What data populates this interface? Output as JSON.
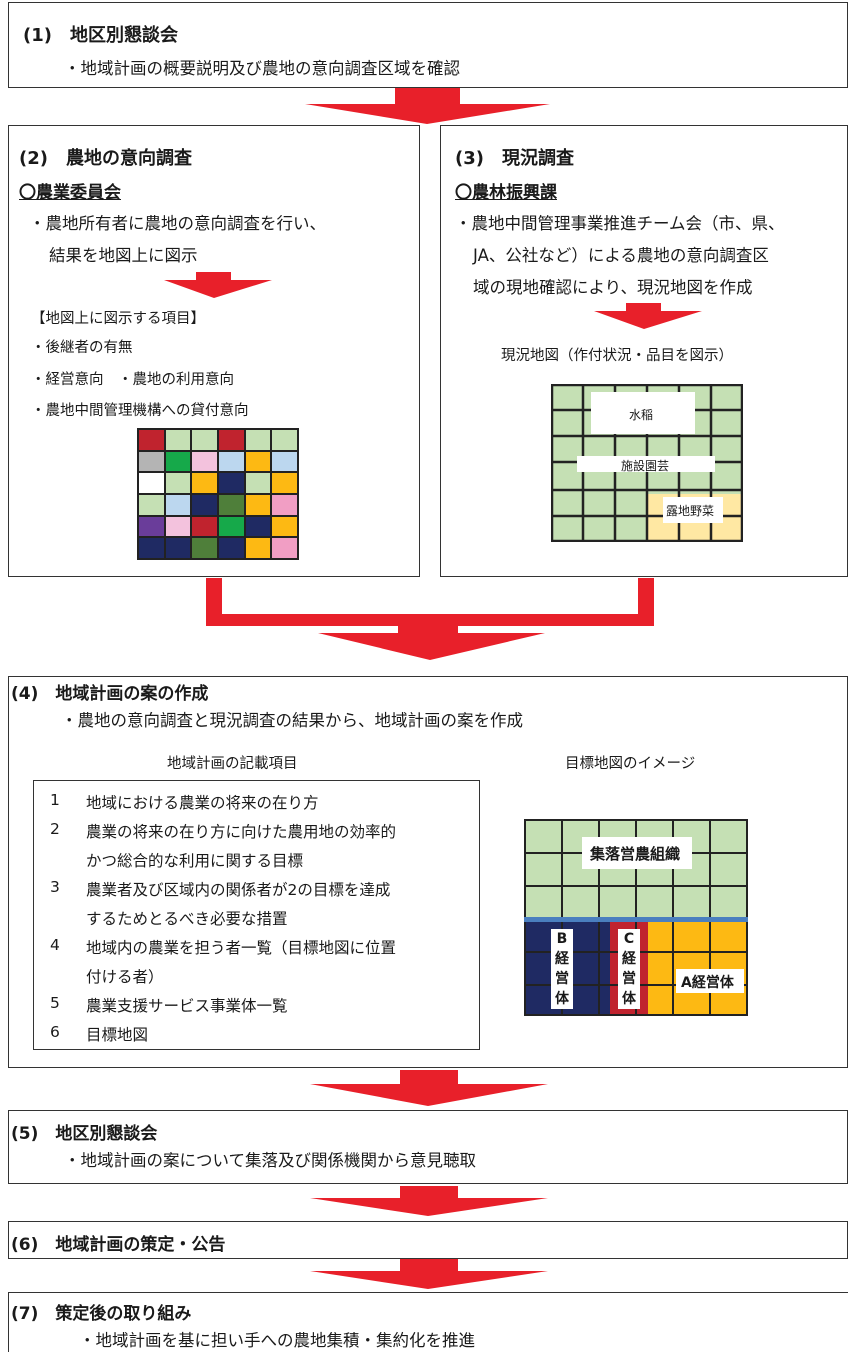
{
  "step1": {
    "title": "(1)　地区別懇談会",
    "line": "・地域計画の概要説明及び農地の意向調査区域を確認"
  },
  "step2": {
    "title": "(2)　農地の意向調査",
    "org": "〇農業委員会",
    "line1": "・農地所有者に農地の意向調査を行い、",
    "line2": "結果を地図上に図示",
    "items_header": "【地図上に図示する項目】",
    "item1": "・後継者の有無",
    "item2": "・経営意向　・農地の利用意向",
    "item3": "・農地中間管理機構への貸付意向",
    "grid_colors": [
      [
        "#c0232e",
        "#c5e0b4",
        "#c5e0b4",
        "#c0232e",
        "#c5e0b4",
        "#c5e0b4"
      ],
      [
        "#b4b4b4",
        "#16a94a",
        "#f3c2dd",
        "#bcd7ef",
        "#fdb913",
        "#bcd7ef"
      ],
      [
        "#ffffff",
        "#c5e0b4",
        "#fdb913",
        "#1f2a63",
        "#c5e0b4",
        "#fdb913"
      ],
      [
        "#c5e0b4",
        "#bcd7ef",
        "#1f2a63",
        "#4f7f3a",
        "#fdb913",
        "#f19ec4"
      ],
      [
        "#6a3d9a",
        "#f3c2dd",
        "#c0232e",
        "#16a94a",
        "#1f2a63",
        "#fdb913"
      ],
      [
        "#1f2a63",
        "#1f2a63",
        "#4f7f3a",
        "#1f2a63",
        "#fdb913",
        "#f19ec4"
      ]
    ]
  },
  "step3": {
    "title": "(3)　現況調査",
    "org": "〇農林振興課",
    "line1": "・農地中間管理事業推進チーム会（市、県、",
    "line2": "JA、公社など）による農地の意向調査区",
    "line3": "域の現地確認により、現況地図を作成",
    "map_caption": "現況地図（作付状況・品目を図示）",
    "label_rice": "水稲",
    "label_facility": "施設園芸",
    "label_field": "露地野菜"
  },
  "step4": {
    "title": "(4)　地域計画の案の作成",
    "line": "・農地の意向調査と現況調査の結果から、地域計画の案を作成",
    "list_header": "地域計画の記載項目",
    "map_header": "目標地図のイメージ",
    "items": [
      {
        "num": "1",
        "text": "地域における農業の将来の在り方"
      },
      {
        "num": "2",
        "text": "農業の将来の在り方に向けた農用地の効率的"
      },
      {
        "num": "",
        "text": "かつ総合的な利用に関する目標"
      },
      {
        "num": "3",
        "text": "農業者及び区域内の関係者が2の目標を達成"
      },
      {
        "num": "",
        "text": "するためとるべき必要な措置"
      },
      {
        "num": "4",
        "text": "地域内の農業を担う者一覧（目標地図に位置"
      },
      {
        "num": "",
        "text": "付ける者）"
      },
      {
        "num": "5",
        "text": "農業支援サービス事業体一覧"
      },
      {
        "num": "6",
        "text": "目標地図"
      }
    ],
    "label_org": "集落営農組織",
    "label_b": [
      "B",
      "経",
      "営",
      "体"
    ],
    "label_c": [
      "C",
      "経",
      "営",
      "体"
    ],
    "label_a": "A経営体"
  },
  "step5": {
    "title": "(5)　地区別懇談会",
    "line": "・地域計画の案について集落及び関係機関から意見聴取"
  },
  "step6": {
    "title": "(6)　地域計画の策定・公告"
  },
  "step7": {
    "title": "(7)　策定後の取り組み",
    "line": "・地域計画を基に担い手への農地集積・集約化を推進"
  },
  "colors": {
    "arrow": "#e8202a",
    "light_green": "#c5e0b4",
    "navy": "#1f2a63",
    "red": "#c0232e",
    "yellow": "#fdb913",
    "pale_yellow": "#ffe8a3",
    "blue_line": "#4a7fbf"
  }
}
